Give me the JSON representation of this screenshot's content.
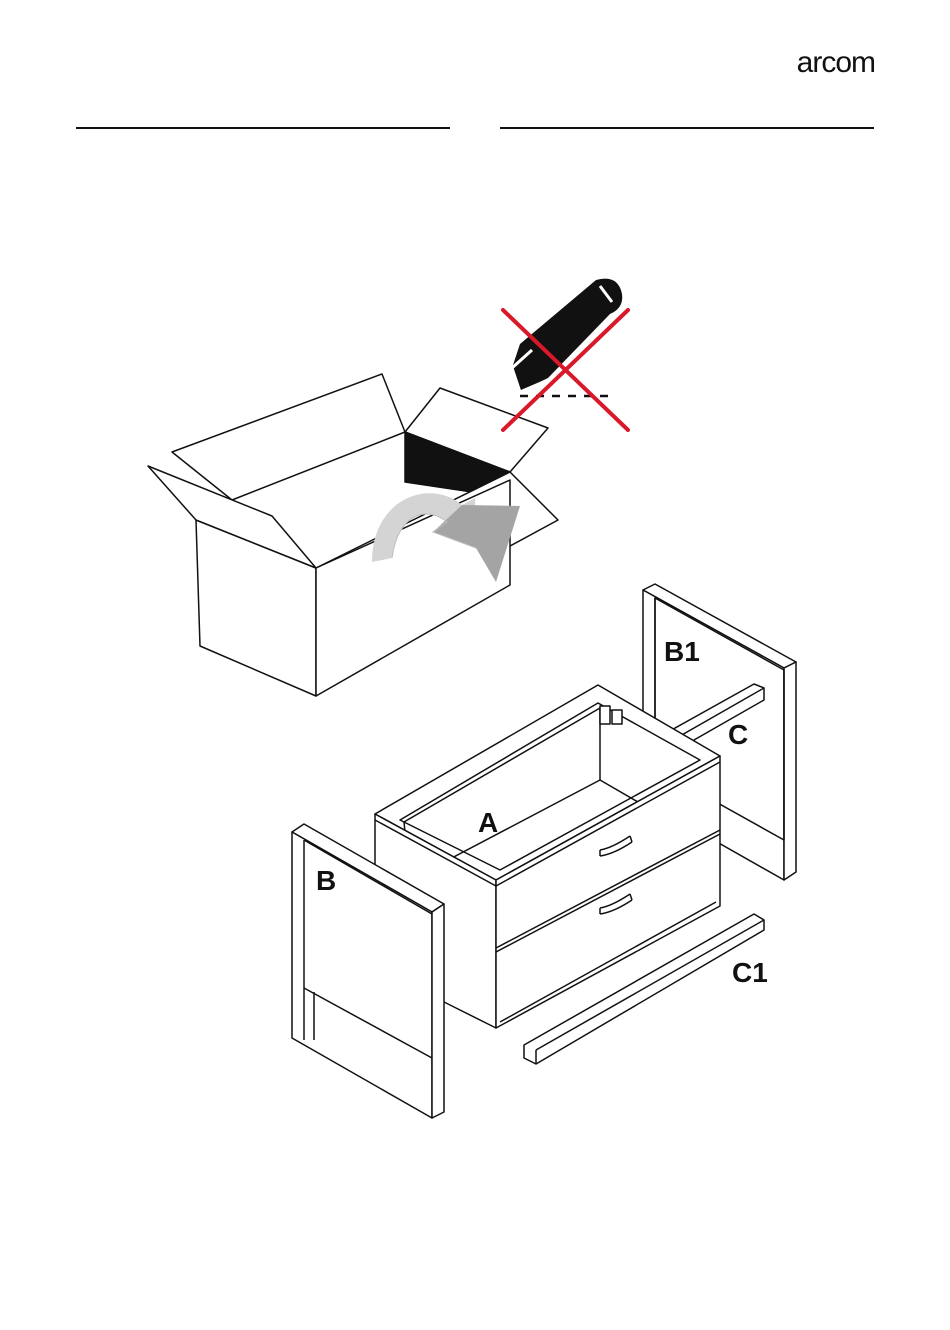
{
  "header": {
    "brand": "arcom"
  },
  "labels": {
    "part_a": "A",
    "part_b": "B",
    "part_b1": "B1",
    "part_c": "C",
    "part_c1": "C1"
  },
  "colors": {
    "ink": "#111111",
    "prohibition": "#d9182a",
    "arrow_light": "#d4d4d4",
    "arrow_dark": "#a4a4a4"
  },
  "icons": {
    "cutter": "utility-knife-icon",
    "prohibition": "cross-out-icon",
    "rotate": "rotate-arrow-icon"
  }
}
